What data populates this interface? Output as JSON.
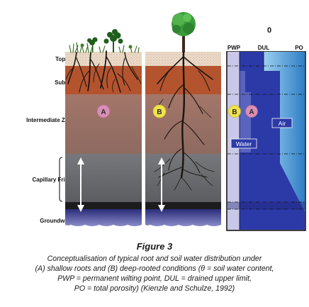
{
  "layers": {
    "topsoil": "Topsoil",
    "subsoil": "Subsoil",
    "intermediate": "Intermediate Zone",
    "capillary": "Capillary Fringe",
    "groundwater": "Groundwater"
  },
  "columns": {
    "a_label": "A",
    "b_label": "B"
  },
  "water_panel": {
    "axis_zero": "0",
    "pwp": "PWP",
    "dul": "DUL",
    "po": "PO",
    "b_label": "B",
    "a_label": "A",
    "water": "Water",
    "air": "Air"
  },
  "caption": {
    "title": "Figure 3",
    "lines": [
      "Conceptualisation of typical root and soil water distribution under",
      "(A) shallow roots and (B) deep-rooted conditions (θ = soil water content,",
      "PWP = permanent wilting point, DUL = drained upper limit,",
      "PO = total porosity) (Kienzle and Schulze, 1992)"
    ]
  },
  "colors": {
    "topsoil": "#ead9c8",
    "subsoil": "#b5532f",
    "intermediate": "#a07565",
    "capillary": "#6e6f72",
    "groundwater": "#3c3d8c",
    "water": "#2f3bb0",
    "air": "#5aa8e0",
    "marker": "#d98fb5"
  }
}
